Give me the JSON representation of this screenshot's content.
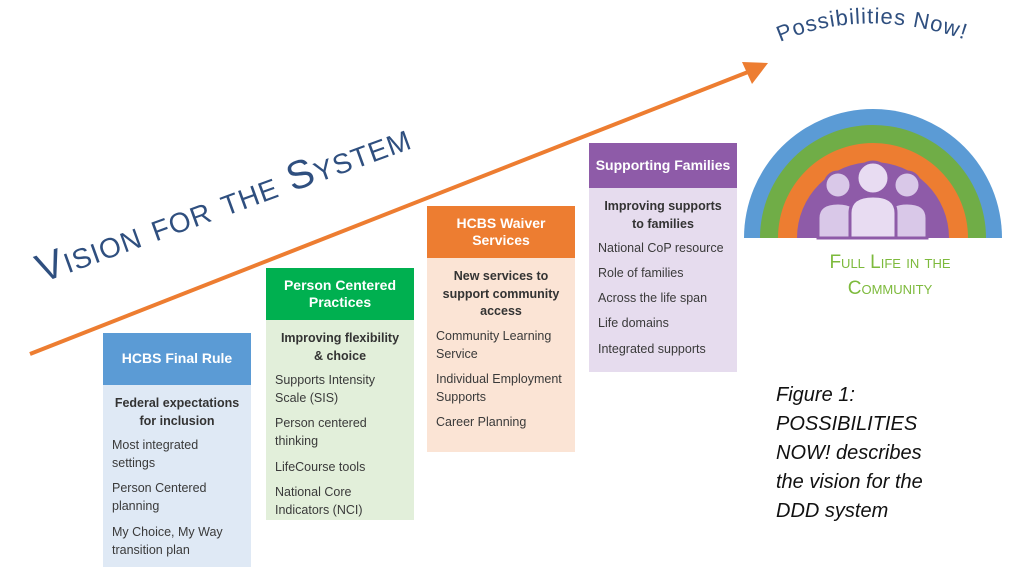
{
  "vision_title": "Vision for the System",
  "possibilities_title": "Possibilities Now!",
  "full_life": [
    "Full Life in the",
    "Community"
  ],
  "caption": [
    "Figure 1:",
    "POSSIBILITIES",
    "NOW! describes",
    "the vision for the",
    "DDD system"
  ],
  "colors": {
    "arrow": "#ed7d31",
    "ring_blue": "#5b9bd5",
    "ring_green": "#70ad47",
    "ring_orange": "#ed7d31",
    "ring_purple": "#8e5ba8",
    "full_life_text": "#7dba3c",
    "title_text": "#2f4f7f"
  },
  "cards": [
    {
      "title": "HCBS Final Rule",
      "header_color": "#5b9bd5",
      "body_color": "#dfe9f5",
      "subtitle": "Federal expectations for inclusion",
      "items": [
        "Most integrated settings",
        "Person Centered planning",
        "My Choice, My Way transition plan"
      ]
    },
    {
      "title": "Person Centered Practices",
      "header_color": "#00b050",
      "body_color": "#e2efda",
      "subtitle": "Improving flexibility & choice",
      "items": [
        "Supports Intensity Scale (SIS)",
        "Person centered thinking",
        "LifeCourse tools",
        "National Core Indicators (NCI)"
      ]
    },
    {
      "title": "HCBS Waiver Services",
      "header_color": "#ed7d31",
      "body_color": "#fbe4d5",
      "subtitle": "New services to support community access",
      "items": [
        "Community Learning Service",
        "Individual Employment Supports",
        "Career Planning"
      ]
    },
    {
      "title": "Supporting Families",
      "header_color": "#8e5ba8",
      "body_color": "#e6dcee",
      "subtitle": "Improving supports to families",
      "items": [
        "National CoP resource",
        "Role of families",
        "Across the life span",
        "Life domains",
        "Integrated supports"
      ]
    }
  ]
}
